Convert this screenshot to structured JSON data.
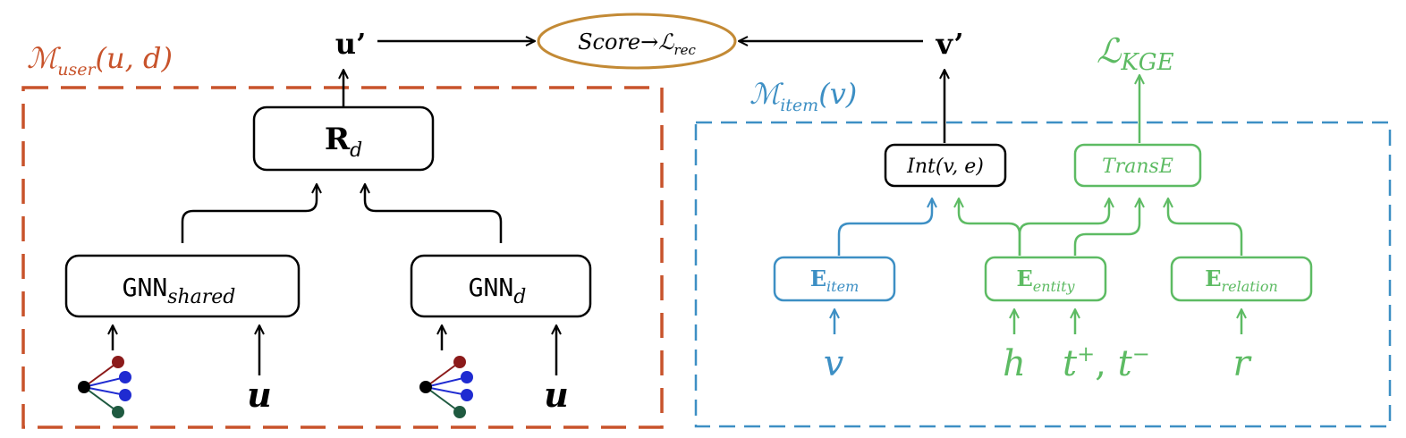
{
  "colors": {
    "black": "#000000",
    "user": "#c8532b",
    "item": "#3d8fc4",
    "kge": "#5dbb63",
    "score_border": "#c38a35",
    "node_dark_red": "#8b1a1a",
    "node_blue": "#1f2bd1",
    "node_dark_green": "#1f5a40"
  },
  "score": {
    "label": "Score",
    "arrow": "→",
    "loss": "ℒ",
    "loss_sub": "rec"
  },
  "u_prime": {
    "label": "u",
    "mark": "’"
  },
  "v_prime": {
    "label": "v",
    "mark": "’"
  },
  "user_module": {
    "label": "ℳ",
    "sub": "user",
    "args": "(u, d)"
  },
  "item_module": {
    "label": "ℳ",
    "sub": "item",
    "args": "(v)"
  },
  "kge_loss": {
    "label": "ℒ",
    "sub": "KGE"
  },
  "r_box": {
    "label": "R",
    "sub": "d"
  },
  "gnn_shared": {
    "label": "GNN",
    "sub": "shared"
  },
  "gnn_d": {
    "label": "GNN",
    "sub": "d"
  },
  "user_input_left": "u",
  "user_input_right": "u",
  "int_box": {
    "label": "Int",
    "args": "(v, e)"
  },
  "transe_box": {
    "label": "TransE"
  },
  "e_item": {
    "label": "E",
    "sub": "item"
  },
  "e_entity": {
    "label": "E",
    "sub": "entity"
  },
  "e_relation": {
    "label": "E",
    "sub": "relation"
  },
  "input_v": "v",
  "input_h": "h",
  "input_t": {
    "t1": "t",
    "sup1": "+",
    "sep": ", ",
    "t2": "t",
    "sup2": "−"
  },
  "input_r": "r"
}
